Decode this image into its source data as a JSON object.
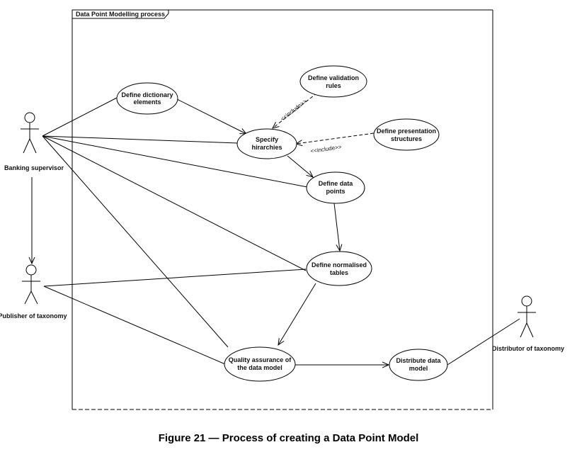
{
  "frame": {
    "title": "Data Point Modelling process"
  },
  "actors": [
    {
      "id": "banking-supervisor",
      "label": "Banking supervisor"
    },
    {
      "id": "publisher",
      "label": "Publisher of taxonomy"
    },
    {
      "id": "distributor",
      "label": "Distributor of taxonomy"
    }
  ],
  "use_cases": [
    {
      "id": "define-dictionary",
      "lines": [
        "Define dictionary",
        "elements"
      ]
    },
    {
      "id": "define-validation",
      "lines": [
        "Define validation",
        "rules"
      ]
    },
    {
      "id": "specify-hierarchies",
      "lines": [
        "Specify",
        "hirarchies"
      ]
    },
    {
      "id": "define-presentation",
      "lines": [
        "Define presentation",
        "structures"
      ]
    },
    {
      "id": "define-data-points",
      "lines": [
        "Define data",
        "points"
      ]
    },
    {
      "id": "define-normalised",
      "lines": [
        "Define normalised",
        "tables"
      ]
    },
    {
      "id": "quality-assurance",
      "lines": [
        "Quality assurance of",
        "the data model"
      ]
    },
    {
      "id": "distribute-model",
      "lines": [
        "Distribute data",
        "model"
      ]
    }
  ],
  "relations": {
    "include_validation": "<<include>>",
    "include_presentation": "<<include>>"
  },
  "caption": "Figure 21 — Process of creating a Data Point Model"
}
